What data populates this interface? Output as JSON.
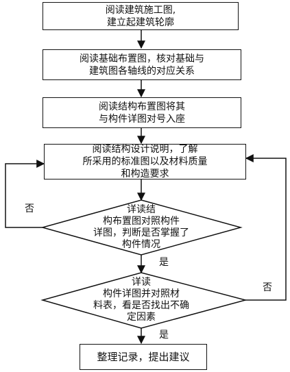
{
  "nodes": {
    "step1": {
      "lines": [
        "阅读建筑施工图,",
        "建立起建筑轮廓"
      ]
    },
    "step2": {
      "lines": [
        "阅读基础布置图，核对基础与",
        "建筑图各轴线的对应关系"
      ]
    },
    "step3": {
      "lines": [
        "阅读结构布置图将其",
        "与构件详图对号入座"
      ]
    },
    "step4": {
      "lines": [
        "阅读结构设计说明，了解",
        "所采用的标准图以及材料质量",
        "和构造要求"
      ]
    },
    "decision1": {
      "lines": [
        "详读结",
        "构布置图对照构件",
        "详图，判断是否掌握了",
        "构件情况"
      ]
    },
    "decision2": {
      "lines": [
        "详读",
        "构件详图并对照材",
        "料表，看是否找出不确",
        "定因素"
      ]
    },
    "final": {
      "lines": [
        "整理记录，提出建议"
      ]
    }
  },
  "labels": {
    "d1_no": "否",
    "d1_yes": "是",
    "d2_no": "否",
    "d2_yes": "是"
  }
}
